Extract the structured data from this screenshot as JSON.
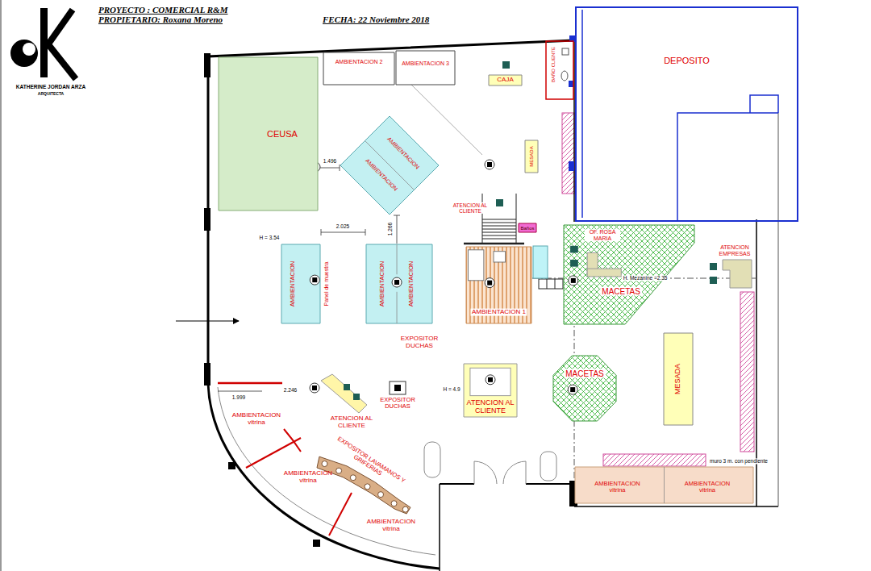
{
  "diagram": {
    "title": "PROYECTO : COMERCIAL R&M",
    "nodes": [
      {
        "text": [
          "AMBIENTACION 2"
        ]
      },
      {
        "text": [
          "AMBIENTACION 3"
        ]
      },
      {
        "text": [
          "CAJA"
        ]
      },
      {
        "text": [
          "BAÑO CLIENTE"
        ]
      },
      {
        "text": [
          "DEPOSITO"
        ]
      },
      {
        "text": [
          "CEUSA"
        ]
      },
      {
        "text": [
          "AMBIENTACION",
          "AMBIENTACION"
        ]
      },
      {
        "text": [
          "MESADA"
        ]
      },
      {
        "text": [
          "Baños"
        ]
      },
      {
        "text": [
          "AMBIENTACION"
        ]
      },
      {
        "text": [
          "AMBIENTACION",
          "AMBIENTACION"
        ]
      },
      {
        "text": [
          "AMBIENTACION 1"
        ]
      },
      {
        "text": [
          "MACETAS"
        ]
      },
      {
        "text": [
          "MESADA"
        ]
      },
      {
        "text": [
          "ATENCION AL CLIENTE"
        ]
      },
      {
        "text": [
          "MACETAS"
        ]
      },
      {
        "text": [
          "EXPOSITOR LAVAMANOS Y GRIFERIAS"
        ]
      },
      {
        "text": [
          "AMBIENTACION vitrina",
          "AMBIENTACION vitrina"
        ]
      }
    ],
    "labels": [
      "PROPIETARIO: Roxana Moreno",
      "FECHA: 22 Noviembre 2018",
      "KATHERINE JORDAN ARZA",
      "ARQUITECTA",
      "1.496",
      "ATENCION AL CLIENTE",
      "H = 3.54",
      "2.025",
      "1.266",
      "Panel de muestra",
      "OF. ROSA MARIA",
      "ATENCION EMPRESAS",
      "H. Mezanine =2.35",
      "EXPOSITOR DUCHAS",
      "H = 4.9",
      "EXPOSITOR DUCHAS",
      "1.999",
      "2.246",
      "ATENCION AL CLIENTE",
      "AMBIENTACION vitrina",
      "AMBIENTACION vitrina",
      "AMBIENTACION vitrina",
      "muro 3 m. con pendiente"
    ]
  }
}
